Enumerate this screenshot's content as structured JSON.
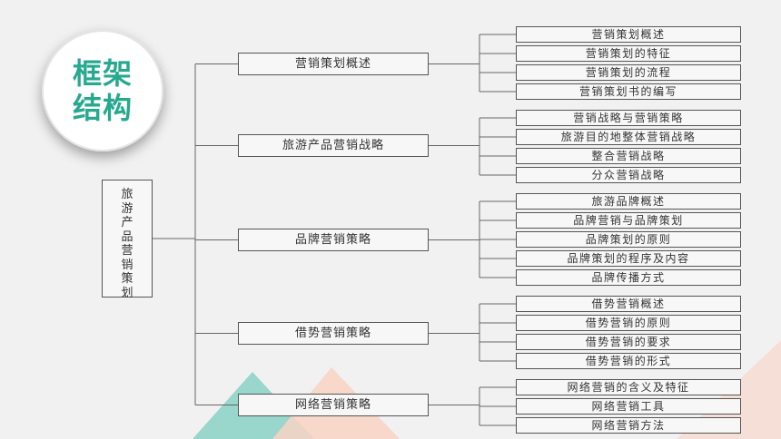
{
  "badge": {
    "text": "框架结构"
  },
  "root": {
    "text": "旅游产品营销策划"
  },
  "branches": [
    {
      "label": "营销策划概述",
      "children": [
        "营销策划概述",
        "营销策划的特征",
        "营销策划的流程",
        "营销策划书的编写"
      ]
    },
    {
      "label": "旅游产品营销战略",
      "children": [
        "营销战略与营销策略",
        "旅游目的地整体营销战略",
        "整合营销战略",
        "分众营销战略"
      ]
    },
    {
      "label": "品牌营销策略",
      "children": [
        "旅游品牌概述",
        "品牌营销与品牌策划",
        "品牌策划的原则",
        "品牌策划的程序及内容",
        "品牌传播方式"
      ]
    },
    {
      "label": "借势营销策略",
      "children": [
        "借势营销概述",
        "借势营销的原则",
        "借势营销的要求",
        "借势营销的形式"
      ]
    },
    {
      "label": "网络营销策略",
      "children": [
        "网络营销的含义及特征",
        "网络营销工具",
        "网络营销方法"
      ]
    }
  ],
  "colors": {
    "accent": "#26a98f",
    "triangle_teal": "#7ecbbd",
    "triangle_pink": "#f7cdbd"
  }
}
